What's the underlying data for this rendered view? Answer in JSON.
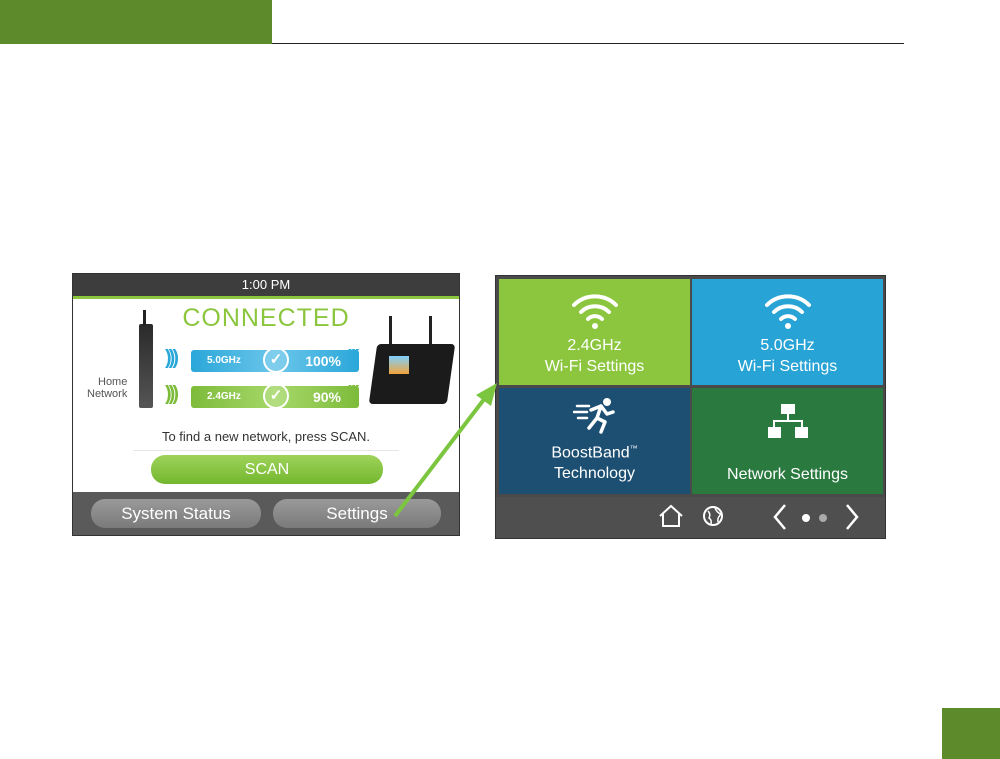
{
  "screen1": {
    "time": "1:00 PM",
    "status": "CONNECTED",
    "home_network_label_1": "Home",
    "home_network_label_2": "Network",
    "bands": [
      {
        "label": "5.0GHz",
        "percent": "100%"
      },
      {
        "label": "2.4GHz",
        "percent": "90%"
      }
    ],
    "instruction": "To find a new network, press SCAN.",
    "scan_label": "SCAN",
    "system_status_label": "System Status",
    "settings_label": "Settings"
  },
  "screen2": {
    "tiles": [
      {
        "line1": "2.4GHz",
        "line2": "Wi-Fi Settings",
        "icon": "wifi-icon",
        "color": "#8cc63f"
      },
      {
        "line1": "5.0GHz",
        "line2": "Wi-Fi Settings",
        "icon": "wifi-icon",
        "color": "#28a3d5"
      },
      {
        "line1": "BoostBand",
        "trademark": "™",
        "line2": "Technology",
        "icon": "runner-icon",
        "color": "#1d4f72"
      },
      {
        "line1": "Network Settings",
        "icon": "network-icon",
        "color": "#2a7a40"
      }
    ],
    "nav_icons": [
      "home-icon",
      "globe-icon",
      "chevron-left-icon",
      "chevron-right-icon"
    ],
    "page_indicator": {
      "pages": 2,
      "current": 1
    }
  },
  "colors": {
    "accent_green": "#5d8a2a",
    "arrow_green": "#7cc63f"
  }
}
